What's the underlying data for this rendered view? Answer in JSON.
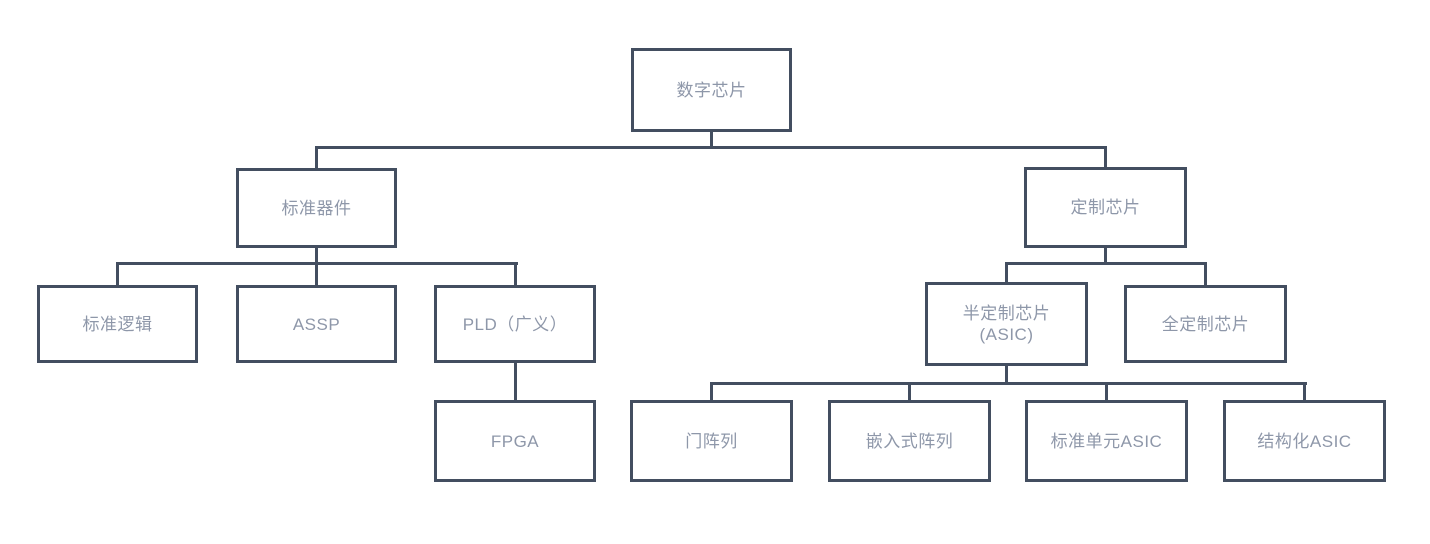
{
  "diagram": {
    "type": "tree-flowchart",
    "root_label": "数字芯片",
    "nodes": {
      "digital_chip": {
        "label": "数字芯片"
      },
      "standard_device": {
        "label": "标准器件"
      },
      "custom_chip": {
        "label": "定制芯片"
      },
      "standard_logic": {
        "label": "标准逻辑"
      },
      "assp": {
        "label": "ASSP"
      },
      "pld": {
        "label": "PLD（广义）"
      },
      "semi_custom_asic": {
        "label_line1": "半定制芯片",
        "label_line2": "(ASIC)"
      },
      "full_custom": {
        "label": "全定制芯片"
      },
      "fpga": {
        "label": "FPGA"
      },
      "gate_array": {
        "label": "门阵列"
      },
      "embedded_array": {
        "label": "嵌入式阵列"
      },
      "standard_cell_asic": {
        "label": "标准单元ASIC"
      },
      "structured_asic": {
        "label": "结构化ASIC"
      }
    },
    "edges": [
      {
        "from": "数字芯片",
        "to": "标准器件"
      },
      {
        "from": "数字芯片",
        "to": "定制芯片"
      },
      {
        "from": "标准器件",
        "to": "标准逻辑"
      },
      {
        "from": "标准器件",
        "to": "ASSP"
      },
      {
        "from": "标准器件",
        "to": "PLD（广义）"
      },
      {
        "from": "PLD（广义）",
        "to": "FPGA"
      },
      {
        "from": "定制芯片",
        "to": "半定制芯片 (ASIC)"
      },
      {
        "from": "定制芯片",
        "to": "全定制芯片"
      },
      {
        "from": "半定制芯片 (ASIC)",
        "to": "门阵列"
      },
      {
        "from": "半定制芯片 (ASIC)",
        "to": "嵌入式阵列"
      },
      {
        "from": "半定制芯片 (ASIC)",
        "to": "标准单元ASIC"
      },
      {
        "from": "半定制芯片 (ASIC)",
        "to": "结构化ASIC"
      }
    ],
    "colors": {
      "line": "#434e60",
      "box_border": "#434e60",
      "text": "#8e97a9",
      "background": "#ffffff"
    }
  }
}
